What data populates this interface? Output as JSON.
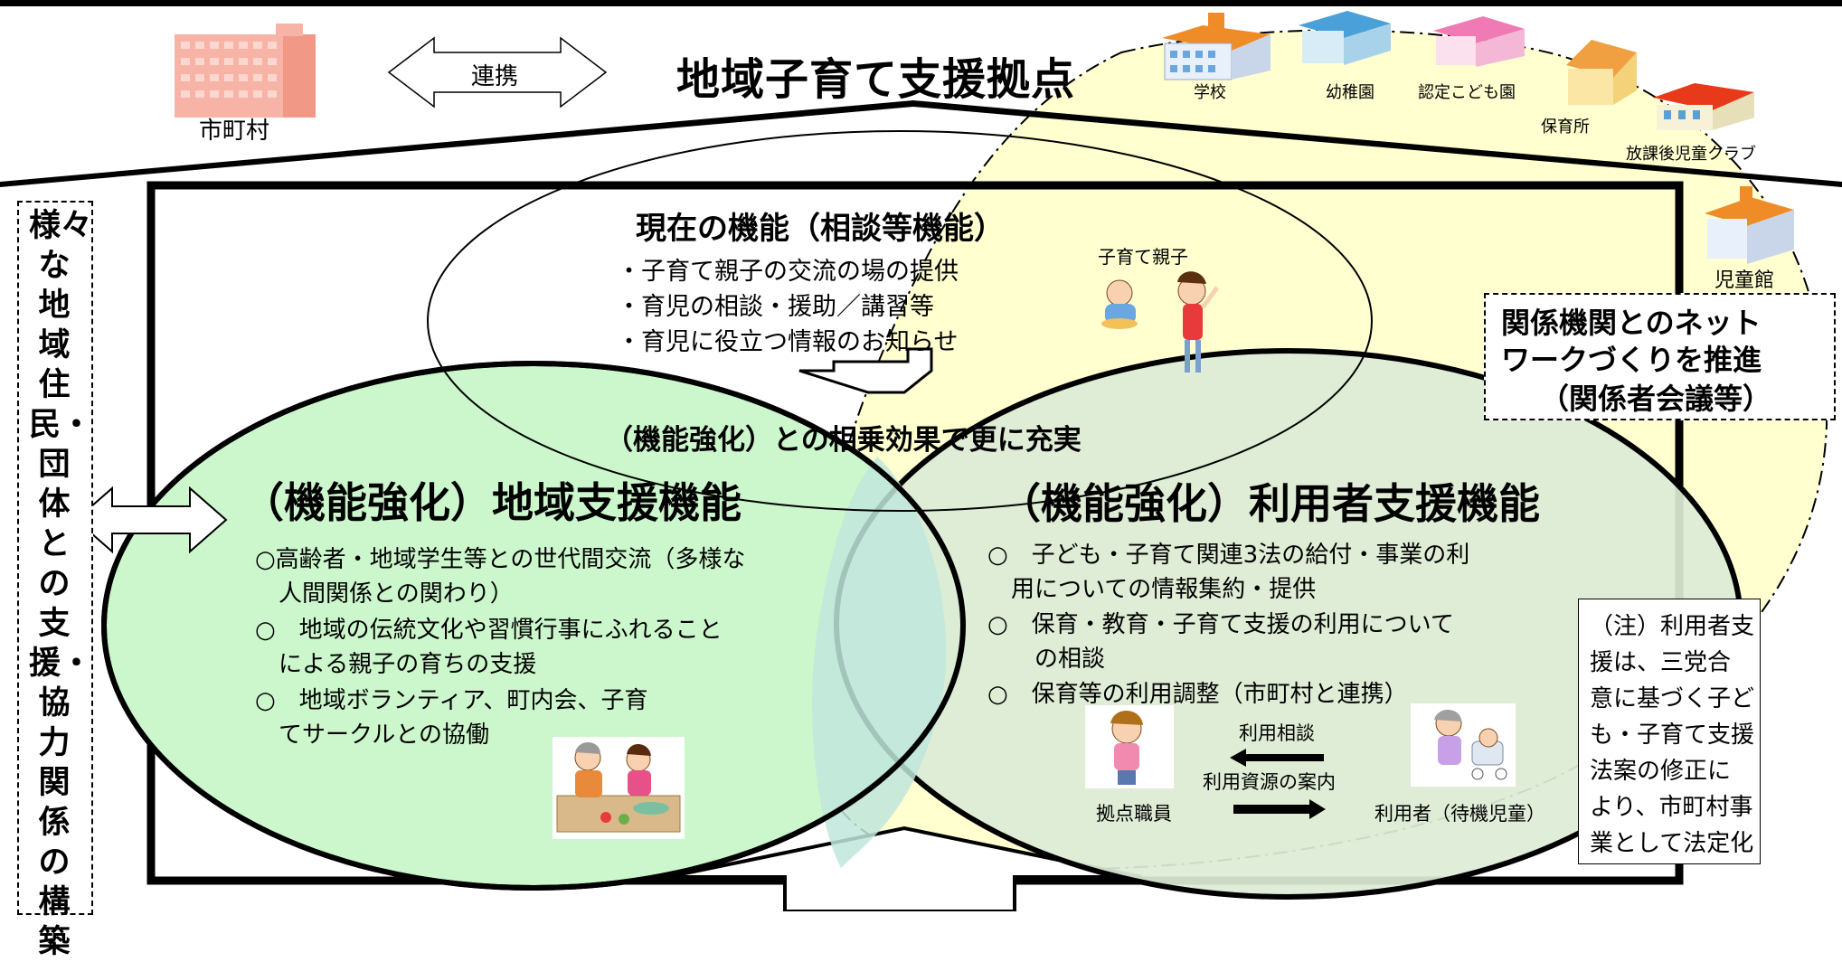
{
  "title": "地域子育て支援拠点",
  "municipality_label": "市町村",
  "link_label": "連携",
  "facilities": {
    "school": "学校",
    "kindergarten": "幼稚園",
    "certified": "認定こども園",
    "nursery": "保育所",
    "afterschool": "放課後児童クラブ",
    "childrens_hall": "児童館"
  },
  "left_vertical": "様々な地域住民・団体との支援・協力関係の構築",
  "current": {
    "title": "現在の機能（相談等機能）",
    "items": [
      "・子育て親子の交流の場の提供",
      "・育児の相談・援助／講習等",
      "・育児に役立つ情報のお知らせ"
    ],
    "parents_label": "子育て親子"
  },
  "synergy": "（機能強化）との相乗効果で更に充実",
  "network": {
    "line1": "関係機関とのネット",
    "line2": "ワークづくりを推進",
    "line3": "（関係者会議等）"
  },
  "regional": {
    "title": "（機能強化）地域支援機能",
    "lines": [
      "○高齢者・地域学生等との世代間交流（多様な",
      "　人間関係との関わり）",
      "○　地域の伝統文化や習慣行事にふれること",
      "　による親子の育ちの支援",
      "○　地域ボランティア、町内会、子育",
      "　てサークルとの協働"
    ]
  },
  "user": {
    "title": "（機能強化）利用者支援機能",
    "lines": [
      "○　子ども・子育て関連3法の給付・事業の利",
      "　用についての情報集約・提供",
      "○　保育・教育・子育て支援の利用について",
      "　　の相談",
      "○　保育等の利用調整（市町村と連携）"
    ],
    "consult_label": "利用相談",
    "guide_label": "利用資源の案内",
    "staff_label": "拠点職員",
    "client_label": "利用者（待機児童）"
  },
  "note": [
    "（注）利用者支",
    "援は、三党合",
    "意に基づく子ど",
    "も・子育て支援",
    "法案の修正に",
    "より、市町村事",
    "業として法定化"
  ],
  "colors": {
    "yellow_region": "#ffffd0",
    "regional_fill": "#ccf7cc",
    "user_fill": "#dcecd6",
    "overlap_fill": "#bfe6dc",
    "municipal_building": "#f7b4a6",
    "school_roof": "#f08c28",
    "kindergarten_roof": "#4aa0d8",
    "certified_roof": "#f07ab4",
    "afterschool_roof": "#e83a1a"
  }
}
